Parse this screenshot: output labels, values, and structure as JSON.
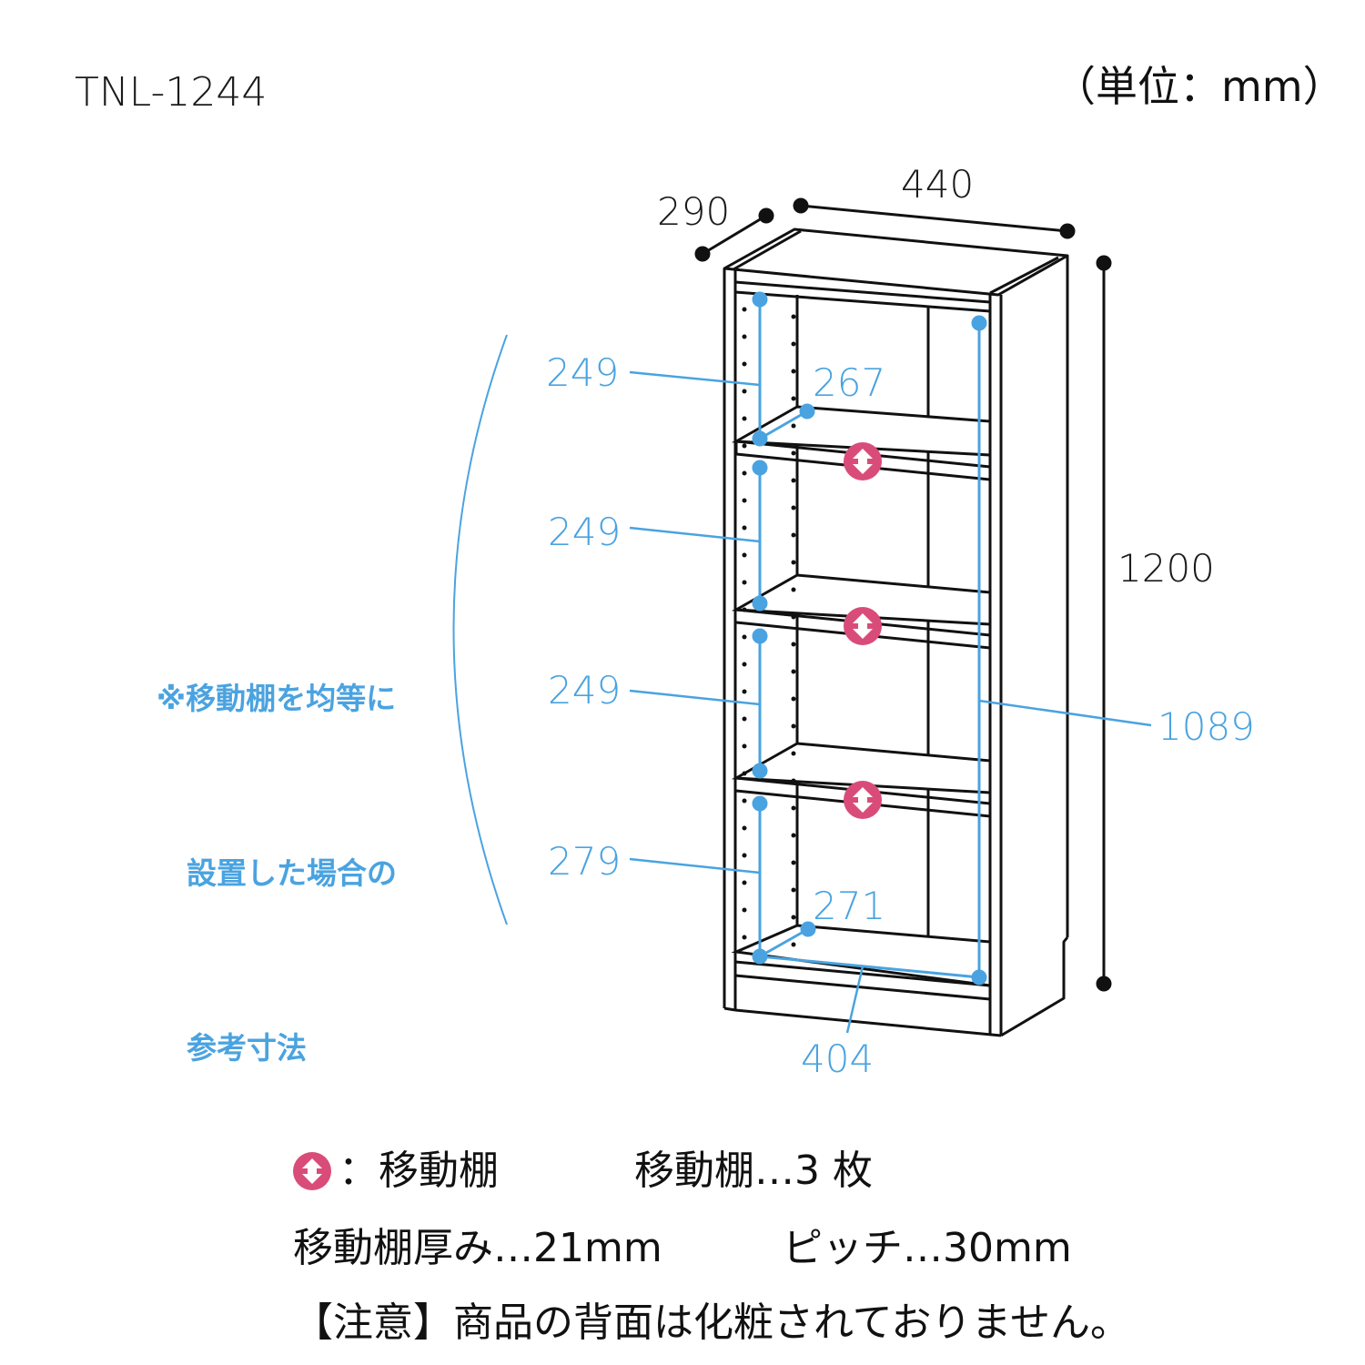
{
  "header": {
    "model": "TNL-1244",
    "unit_label": "（単位：mm）"
  },
  "dimensions": {
    "depth": "290",
    "width": "440",
    "height": "1200",
    "inner_height": "1089",
    "inner_width": "404",
    "shelf_depth_top": "267",
    "shelf_depth_bottom": "271",
    "compartments": [
      "249",
      "249",
      "249",
      "279"
    ]
  },
  "note": {
    "lines": [
      "※移動棚を均等に",
      "　設置した場合の",
      "　参考寸法"
    ]
  },
  "legend": {
    "icon": "adjustable-shelf-icon",
    "icon_label": "：移動棚",
    "shelf_count": "移動棚…3 枚",
    "shelf_thickness": "移動棚厚み…21mm",
    "pitch": "ピッチ…30mm",
    "caution": "【注意】商品の背面は化粧されておりません。"
  },
  "colors": {
    "line": "#111111",
    "dimension_blue": "#4aa3e0",
    "shelf_icon": "#d94c7a"
  }
}
